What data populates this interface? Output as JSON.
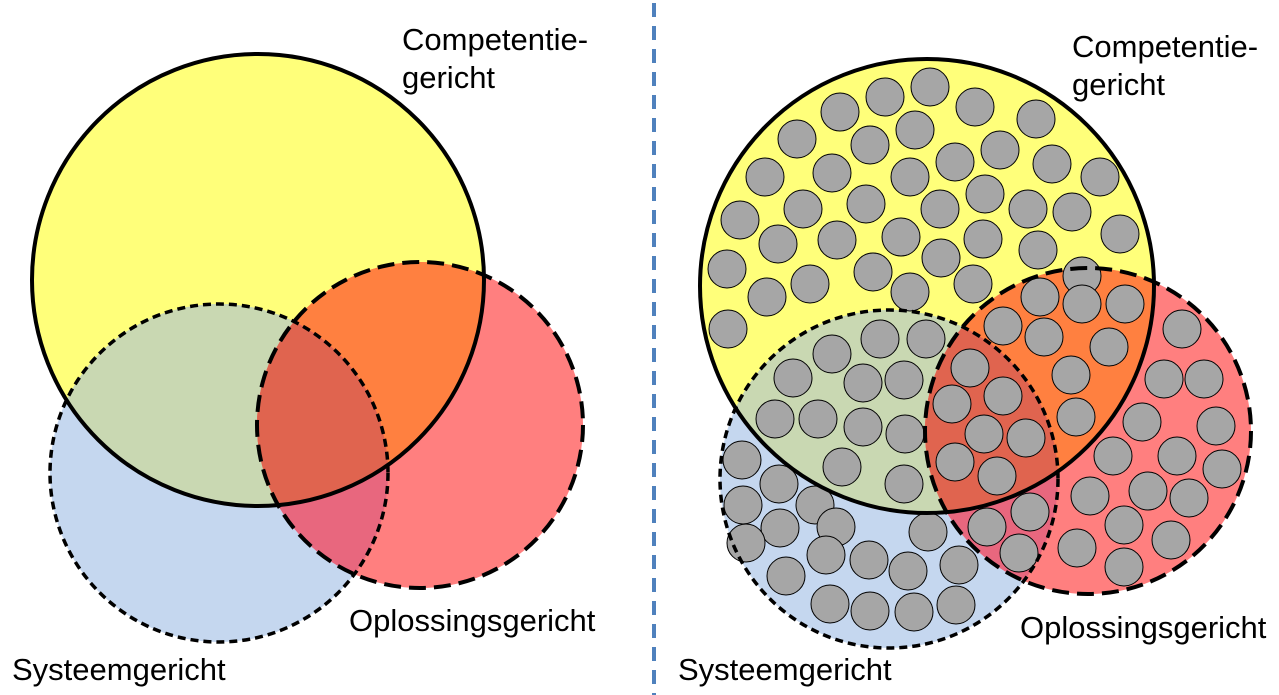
{
  "colors": {
    "yellow": "#ffff7a",
    "blue": "#c5d7ef",
    "red": "#ff7f7f",
    "green_overlap": "#c9d8b2",
    "orange_overlap": "#ff8040",
    "pink_overlap": "#e8677e",
    "center_overlap": "#e0644f",
    "dot_fill": "#a6a6a6",
    "divider": "#4f81bd",
    "outline": "#000000"
  },
  "left": {
    "labels": {
      "competentie_line1": "Competentie-",
      "competentie_line2": "gericht",
      "oplossings": "Oplossingsgericht",
      "systeem": "Systeemgericht"
    }
  },
  "right": {
    "labels": {
      "competentie_line1": "Competentie-",
      "competentie_line2": "gericht",
      "oplossings": "Oplossingsgericht",
      "systeem": "Systeemgericht"
    }
  }
}
